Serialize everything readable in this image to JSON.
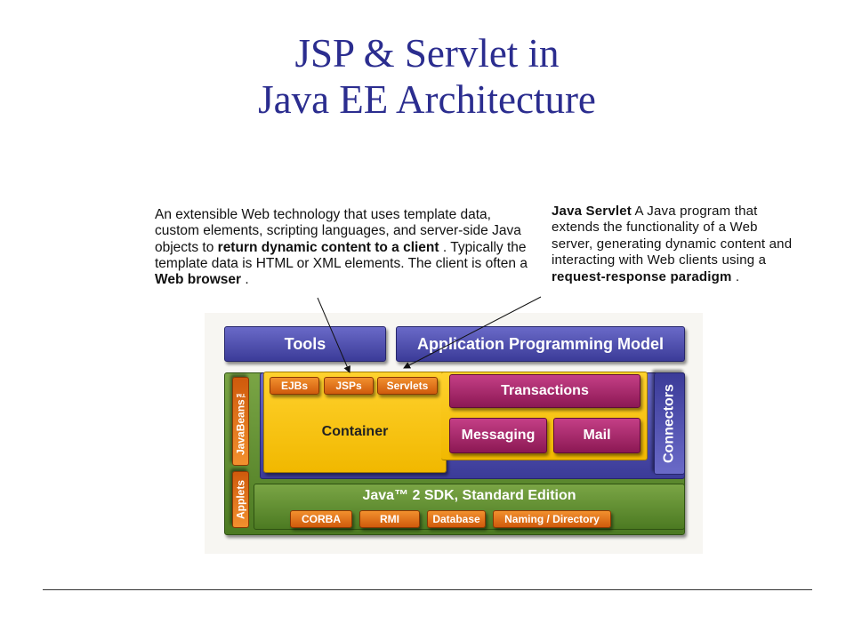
{
  "title": {
    "line1": "JSP & Servlet in",
    "line2": "Java EE Architecture"
  },
  "left_note": {
    "part1": "An extensible Web technology that uses template data, custom elements, scripting languages, and server-side Java objects to ",
    "bold1": "return dynamic content to a client",
    "part2": " . Typically the template data is HTML or XML elements. The client is often a ",
    "bold2": "Web browser",
    "part3": " ."
  },
  "right_note": {
    "bold1": "Java Servlet",
    "part1": " A Java program that extends the functionality of a Web server, generating dynamic content and interacting with Web clients using a ",
    "bold2": "request-response paradigm",
    "part2": " ."
  },
  "diagram": {
    "tools": "Tools",
    "apm": "Application Programming Model",
    "javabeans": "JavaBeans™",
    "applets": "Applets",
    "ejbs": "EJBs",
    "jsps": "JSPs",
    "servlets": "Servlets",
    "container": "Container",
    "transactions": "Transactions",
    "messaging": "Messaging",
    "mail": "Mail",
    "connectors": "Connectors",
    "sdk": "Java™ 2 SDK, Standard Edition",
    "corba": "CORBA",
    "rmi": "RMI",
    "database": "Database",
    "naming": "Naming / Directory"
  },
  "colors": {
    "title": "#2b2d8f",
    "purple": "#4a4aa8",
    "green": "#5e8c2e",
    "yellow": "#f8c400",
    "magenta": "#a8246a",
    "orange": "#e06f18"
  }
}
